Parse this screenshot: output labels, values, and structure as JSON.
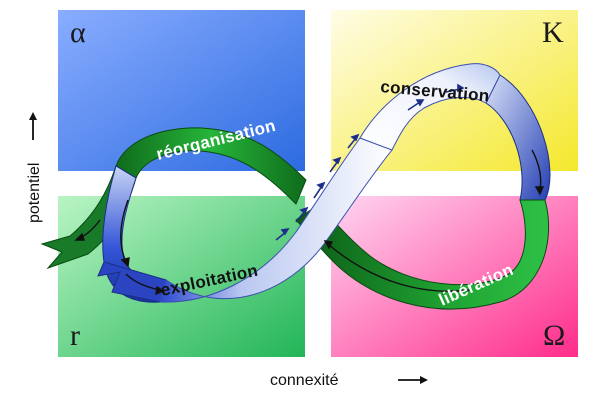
{
  "quadrants": {
    "top_left": {
      "symbol": "α",
      "color_from": "#8fb4ff",
      "color_to": "#2f6de0"
    },
    "top_right": {
      "symbol": "K",
      "color_from": "#fffbd9",
      "color_to": "#f7ec3a"
    },
    "bottom_left": {
      "symbol": "r",
      "color_from": "#a6f0b6",
      "color_to": "#2fbf62"
    },
    "bottom_right": {
      "symbol": "Ω",
      "color_from": "#ffd2f0",
      "color_to": "#ff2f8f"
    }
  },
  "axes": {
    "y_label": "potentiel",
    "x_label": "connexité"
  },
  "phases": {
    "reorganisation": "réorganisation",
    "conservation": "conservation",
    "exploitation": "exploitation",
    "liberation": "libération"
  },
  "colors": {
    "band_green_dark": "#0b5f17",
    "band_green_mid": "#1ea82f",
    "band_blue_dark": "#1d3fc4",
    "band_blue_light": "#e9eef8",
    "band_white": "#f7f9fc"
  }
}
